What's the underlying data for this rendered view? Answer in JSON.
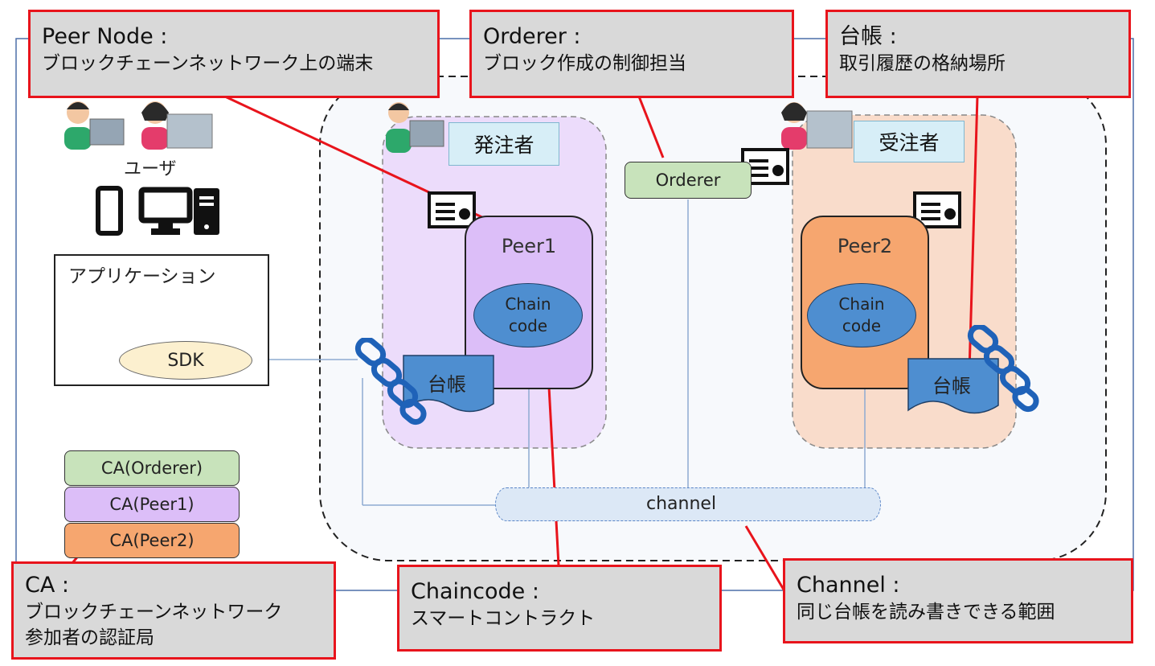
{
  "callouts": {
    "peer_node": {
      "title": "Peer Node :",
      "desc": "ブロックチェーンネットワーク上の端末"
    },
    "orderer": {
      "title": "Orderer :",
      "desc": "ブロック作成の制御担当"
    },
    "ledger": {
      "title": "台帳 :",
      "desc": "取引履歴の格納場所"
    },
    "ca": {
      "title": "CA :",
      "desc_line1": "ブロックチェーンネットワーク",
      "desc_line2": "参加者の認証局"
    },
    "chaincode": {
      "title": "Chaincode :",
      "desc": "スマートコントラクト"
    },
    "channel": {
      "title": "Channel :",
      "desc": "同じ台帳を読み書きできる範囲"
    }
  },
  "left_panel": {
    "users_label": "ユーザ",
    "application_label": "アプリケーション",
    "sdk_label": "SDK"
  },
  "orgs": {
    "orderer_org": "発注者",
    "receiver_org": "受注者"
  },
  "nodes": {
    "orderer": "Orderer",
    "peer1": "Peer1",
    "peer2": "Peer2",
    "chaincode_line1": "Chain",
    "chaincode_line2": "code",
    "ledger": "台帳",
    "channel": "channel"
  },
  "cas": [
    "CA(Orderer)",
    "CA(Peer1)",
    "CA(Peer2)"
  ],
  "colors": {
    "callout_border": "#e8141c",
    "callout_fill": "#d9d9d9",
    "org1_fill": "#ecdcfb",
    "org2_fill": "#f9dccb",
    "peer1_fill": "#dcbef8",
    "peer2_fill": "#f6a66f",
    "chaincode_fill": "#4e8ed0",
    "orderer_fill": "#c8e3bb",
    "channel_fill": "#dce8f6",
    "sdk_fill": "#fcf0cf",
    "connector": "#8eabd1",
    "frame": "#4c6ea8"
  }
}
